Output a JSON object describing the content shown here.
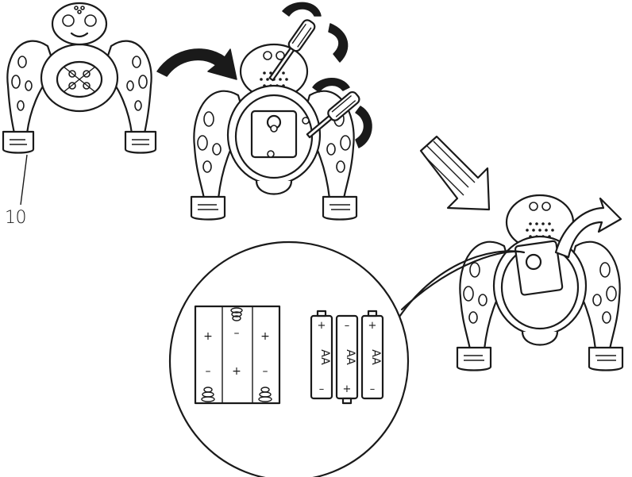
{
  "callout": {
    "number": "10"
  },
  "batteries": {
    "compartment": {
      "left_top": "+",
      "left_bottom": "–",
      "mid_top": "–",
      "mid_bottom": "+",
      "right_top": "+",
      "right_bottom": "–"
    },
    "cells": [
      {
        "top": "+",
        "label": "AA",
        "bottom": "–"
      },
      {
        "top": "–",
        "label": "AA",
        "bottom": "+"
      },
      {
        "top": "+",
        "label": "AA",
        "bottom": "–"
      }
    ]
  }
}
